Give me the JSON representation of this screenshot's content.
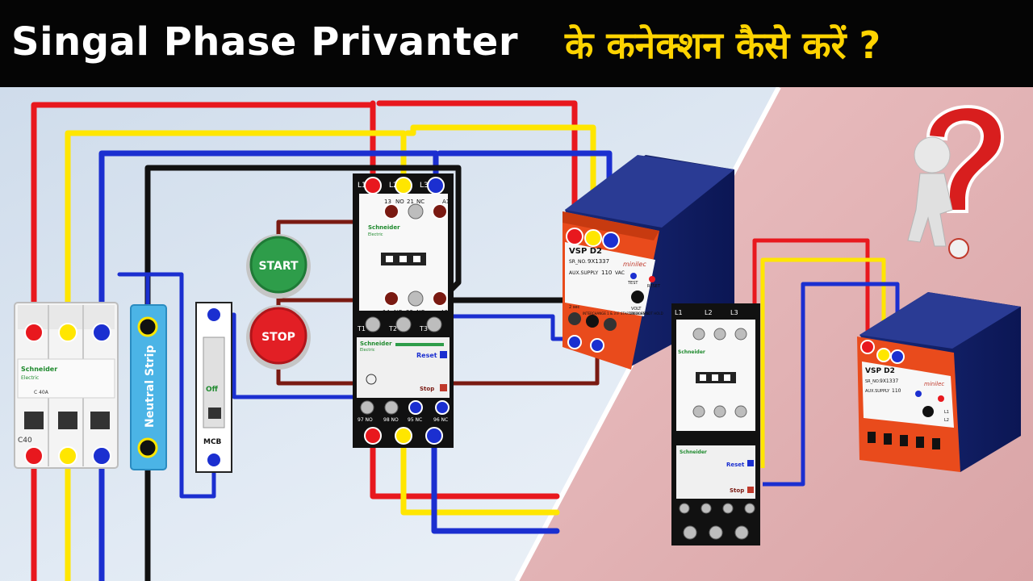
{
  "title": {
    "english": "Singal Phase Privanter",
    "hindi": "के कनेक्शन कैसे करें ?"
  },
  "colors": {
    "phase_red": "#e8181e",
    "phase_yellow": "#ffe600",
    "phase_blue": "#1b2fd0",
    "neutral_black": "#111111",
    "control_brown": "#7a1a12",
    "title_yellow": "#ffd400",
    "left_bg": "#d9e6f2",
    "right_bg": "#e6b9bb"
  },
  "mcb": {
    "brand": "Schneider",
    "brand_sub": "Electric",
    "model": "C40",
    "rating": "C 40A"
  },
  "neutral_strip": {
    "label": "Neutral Strip"
  },
  "switch": {
    "state": "Off",
    "label": "MCB"
  },
  "buttons": {
    "start": "START",
    "stop": "STOP"
  },
  "contactor": {
    "top_terminals": [
      "L1",
      "L2",
      "L3"
    ],
    "aux_top": [
      "13",
      "NO",
      "21",
      "NC",
      "A1"
    ],
    "aux_bottom": [
      "14",
      "NO",
      "22",
      "NC",
      "A2"
    ],
    "bottom_terminals": [
      "T1",
      "T2",
      "T3"
    ],
    "brand": "Schneider",
    "brand_sub": "Electric"
  },
  "overload": {
    "brand": "Schneider",
    "brand_sub": "Electric",
    "reset": "Reset",
    "stop": "Stop",
    "contacts": [
      "97 NO",
      "98 NO",
      "95 NC",
      "96 NC"
    ]
  },
  "vsp": {
    "model": "VSP D2",
    "serial_label": "SR_NO.",
    "serial": "9X1337",
    "brand": "minilec",
    "aux_label": "AUX.SUPPLY",
    "aux_value": "110",
    "aux_unit": "VAC",
    "test": "TEST",
    "reset": "RESET",
    "volt": "VOLT",
    "unbalance": "UNBALANCE",
    "led1": "L1",
    "led2": "L2",
    "sec": "2 sec",
    "note": "INTERCHANGE 1 & 3 IF STARTER DOES NOT HOLD"
  },
  "icons": [
    "question-mark-icon",
    "thinking-figure-icon"
  ]
}
